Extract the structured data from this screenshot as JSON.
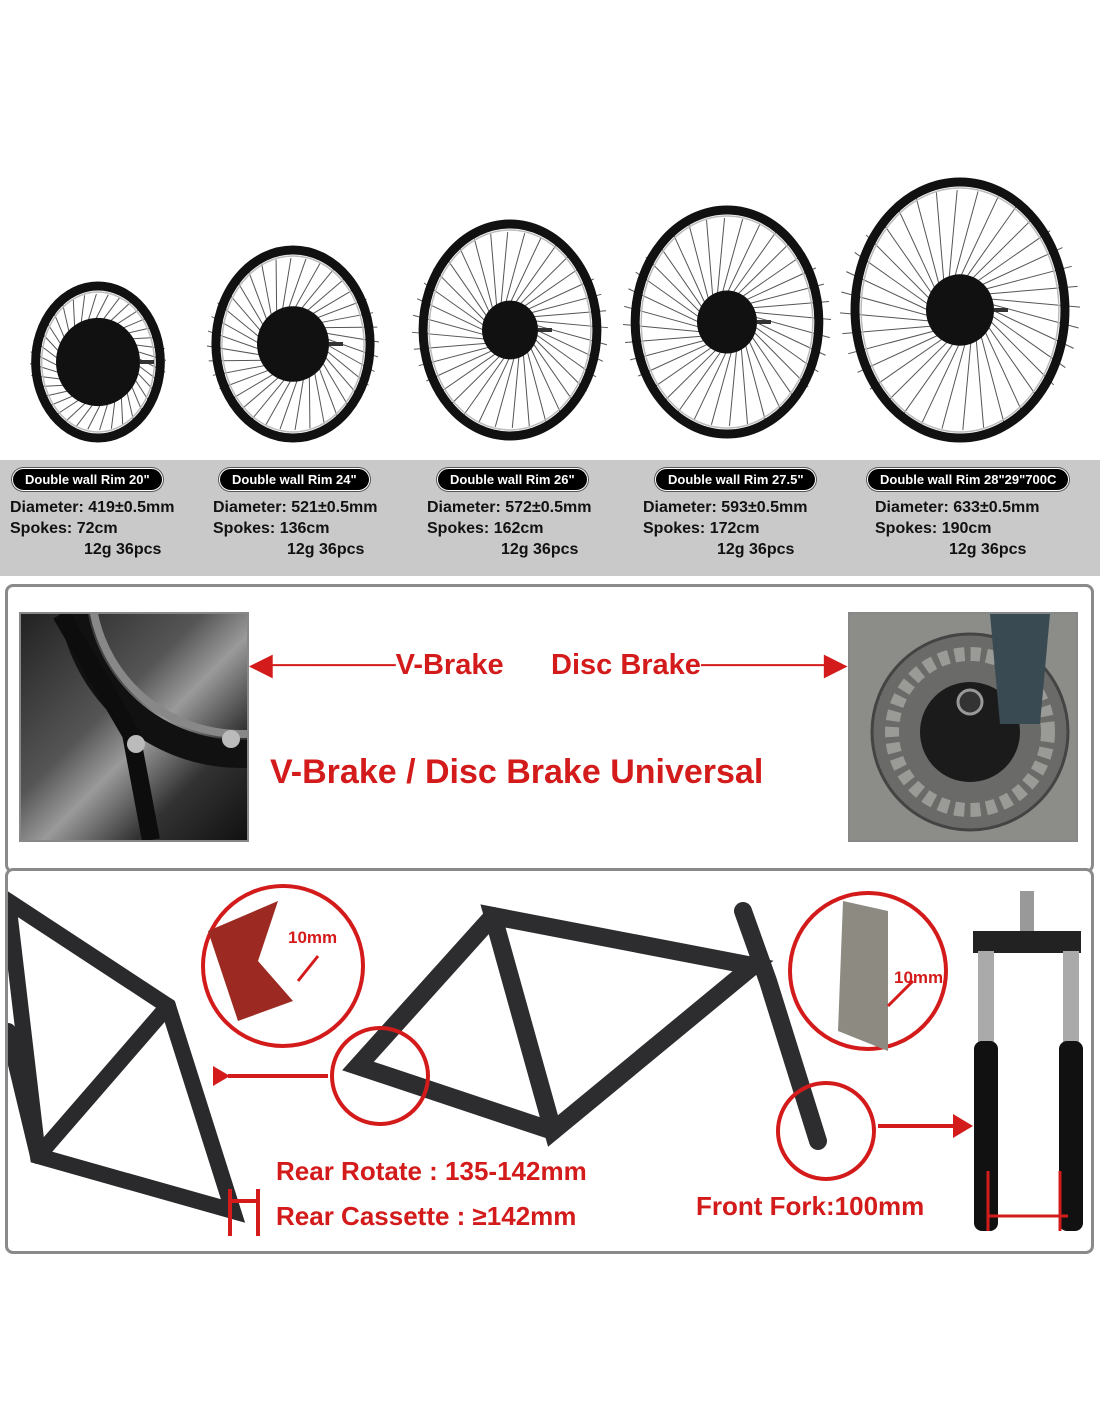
{
  "rims": [
    {
      "label": "Double wall Rim 20\"",
      "diameter": "Diameter: 419±0.5mm",
      "spokes": "Spokes: 72cm",
      "spec": "12g 36pcs"
    },
    {
      "label": "Double wall Rim 24\"",
      "diameter": "Diameter: 521±0.5mm",
      "spokes": "Spokes: 136cm",
      "spec": "12g 36pcs"
    },
    {
      "label": "Double wall Rim 26\"",
      "diameter": "Diameter: 572±0.5mm",
      "spokes": "Spokes: 162cm",
      "spec": "12g 36pcs"
    },
    {
      "label": "Double wall Rim 27.5\"",
      "diameter": "Diameter: 593±0.5mm",
      "spokes": "Spokes: 172cm",
      "spec": "12g 36pcs"
    },
    {
      "label": "Double wall Rim 28\"29\"700C",
      "diameter": "Diameter: 633±0.5mm",
      "spokes": "Spokes: 190cm",
      "spec": "12g 36pcs"
    }
  ],
  "brakes": {
    "v_brake": "V-Brake",
    "disc_brake": "Disc Brake",
    "universal": "V-Brake / Disc Brake Universal"
  },
  "frame": {
    "rear_dropout": "10mm",
    "front_dropout": "10mm",
    "rear_rotate": "Rear Rotate : 135-142mm",
    "rear_cassette": "Rear Cassette : ≥142mm",
    "front_fork": "Front Fork:100mm"
  },
  "colors": {
    "accent": "#d41b1b",
    "band": "#c9c9c9"
  }
}
